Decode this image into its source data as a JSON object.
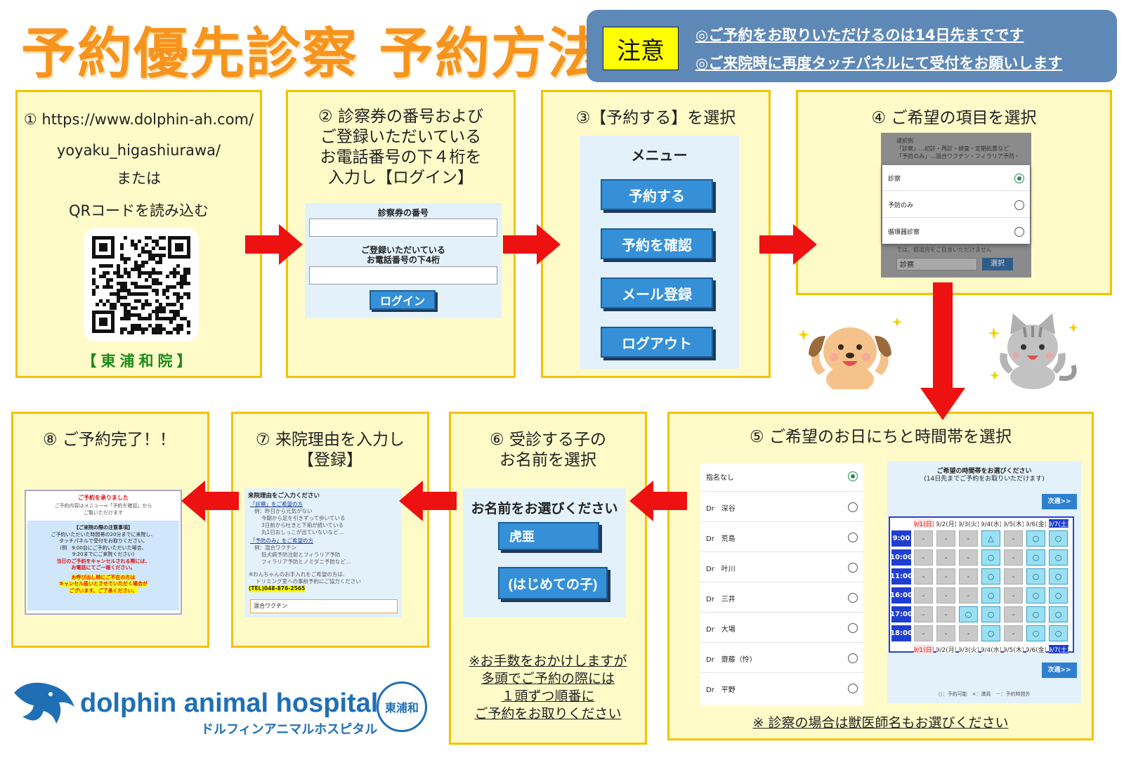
{
  "title": "予約優先診察 予約方法",
  "notice": {
    "tag": "注意",
    "line1": "◎ご予約をお取りいただけるのは14日先までです",
    "line2": "◎ご来院時に再度タッチパネルにて受付をお願いします"
  },
  "step1": {
    "line1": "① https://www.dolphin-ah.com/",
    "line2": "yoyaku_higashiurawa/",
    "line3": "または",
    "line4": "QRコードを読み込む",
    "branch": "【東浦和院】"
  },
  "step2": {
    "title1": "② 診察券の番号および",
    "title2": "ご登録いただいている",
    "title3": "お電話番号の下４桁を",
    "title4": "入力し【ログイン】",
    "card_label": "診察券の番号",
    "phone_label1": "ご登録いただいている",
    "phone_label2": "お電話番号の下4桁",
    "login": "ログイン"
  },
  "step3": {
    "title": "③【予約する】を選択",
    "menu": "メニュー",
    "buttons": [
      "予約する",
      "予約を確認",
      "メール登録",
      "ログアウト"
    ]
  },
  "step4": {
    "title": "④ ご希望の項目を選択",
    "hint1": "選択例",
    "hint2": "「診察」…初診・再診・検査・定期処置など",
    "hint3": "「予防のみ」…混合ワクチン・フィラリア予防・",
    "options": [
      "診察",
      "予防のみ",
      "循環器診察"
    ],
    "below": "では、都道府をご自身いただけません",
    "select_value": "診察",
    "select_button": "選択"
  },
  "step5": {
    "title": "⑤ ご希望のお日にちと時間帯を選択",
    "doctors": [
      "指名なし",
      "Dr　深谷",
      "Dr　荒島",
      "Dr　叶川",
      "Dr　三井",
      "Dr　大場",
      "Dr　齋藤（怜）",
      "Dr　平野"
    ],
    "cal_title1": "ご希望の時間帯をお選びください",
    "cal_title2": "(14日先までご予約をお取りいただけます)",
    "next": "次週>>",
    "days": [
      "9/1(日)",
      "9/2(月)",
      "9/3(火)",
      "9/4(水)",
      "9/5(木)",
      "9/6(金)",
      "9/7(土)"
    ],
    "times": [
      "9:00",
      "10:00",
      "11:00",
      "16:00",
      "17:00",
      "18:00"
    ],
    "grid": [
      [
        "-",
        "-",
        "-",
        "△",
        "-",
        "○",
        "○"
      ],
      [
        "-",
        "-",
        "-",
        "○",
        "-",
        "○",
        "○"
      ],
      [
        "-",
        "-",
        "-",
        "○",
        "-",
        "○",
        "○"
      ],
      [
        "-",
        "-",
        "-",
        "○",
        "-",
        "○",
        "○"
      ],
      [
        "-",
        "-",
        "○",
        "○",
        "-",
        "○",
        "○"
      ],
      [
        "-",
        "-",
        "-",
        "○",
        "-",
        "○",
        "○"
      ]
    ],
    "legend": "○：予約可能　×：満員　－：予約時間外",
    "note": "※ 診察の場合は獣医師名もお選びください"
  },
  "step6": {
    "title1": "⑥ 受診する子の",
    "title2": "お名前を選択",
    "prompt": "お名前をお選びください",
    "pets": [
      "虎亜",
      "(はじめての子)"
    ],
    "note1": "※お手数をおかけしますが",
    "note2": "多頭でご予約の際には",
    "note3": "１頭ずつ順番に",
    "note4": "ご予約をお取りください"
  },
  "step7": {
    "title1": "⑦ 来院理由を入力し",
    "title2": "【登録】",
    "form_title": "来院理由をご入力ください",
    "lines": [
      "「診察」をご希望の方",
      "例：昨日から元気がない",
      "今朝から足を引きずって歩いている",
      "3日前から吐きと下痢が続いている",
      "丸1日おしっこが出ていないなど…",
      "「予防のみ」をご希望の方",
      "例：混合ワクチン",
      "狂犬病予防注射とフィラリア予防",
      "フィラリア予防とノミダニ予防など…",
      "※わんちゃんのお手入れをご希望の方は、",
      "トリミング室への事前予約にご協力ください",
      "(TEL)048-876-2565"
    ],
    "input_value": "混合ワクチン"
  },
  "step8": {
    "title": "⑧ ご予約完了！！",
    "accepted": "ご予約を承りました",
    "line1": "ご予約内容はメニュー⇒「予約を確認」から",
    "line2": "ご覧いただけます",
    "notes_title": "【ご来院の際の注意事項】",
    "notes": [
      "ご予約いただいた時間帯の20分までに来院し、",
      "タッチパネルで受付をお取りください。",
      "(例　9:00台にご予約いただいた場合、",
      "9:20までにご来院ください)"
    ],
    "cancel1": "当日のご予約をキャンセルされる際には、",
    "cancel2": "お電話にてご一報ください。",
    "warn1": "お呼び出し時にご不在の方は",
    "warn2": "キャンセル扱いとさせていただく場合が",
    "warn3": "ございます。ご了承ください。"
  },
  "logo": {
    "en": "dolphin animal hospital",
    "ja": "ドルフィンアニマルホスピタル",
    "badge": "東浦和"
  },
  "colors": {
    "title_orange": "#f7941d",
    "panel_fill": "#fffbc9",
    "panel_border": "#f5c200",
    "arrow_red": "#ee1111",
    "button_blue": "#3590d8",
    "notice_blue": "#5e88b6",
    "logo_blue": "#1f6fb5"
  }
}
